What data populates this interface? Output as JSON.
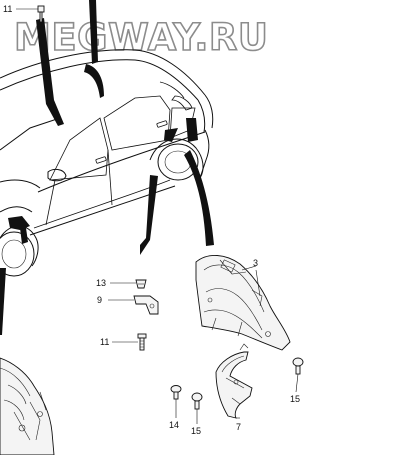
{
  "watermark": "MEGWAY.RU",
  "callouts": {
    "c11_top": "11",
    "c3": "3",
    "c13": "13",
    "c9": "9",
    "c11_mid": "11",
    "c15_right": "15",
    "c14": "14",
    "c15_bottom": "15",
    "c7": "7"
  },
  "parts": {
    "car_body": "car-body-icon",
    "front_liner": "front-wheel-liner-icon",
    "rear_liner": "rear-wheel-liner-icon",
    "mud_guard": "mud-guard-icon"
  }
}
